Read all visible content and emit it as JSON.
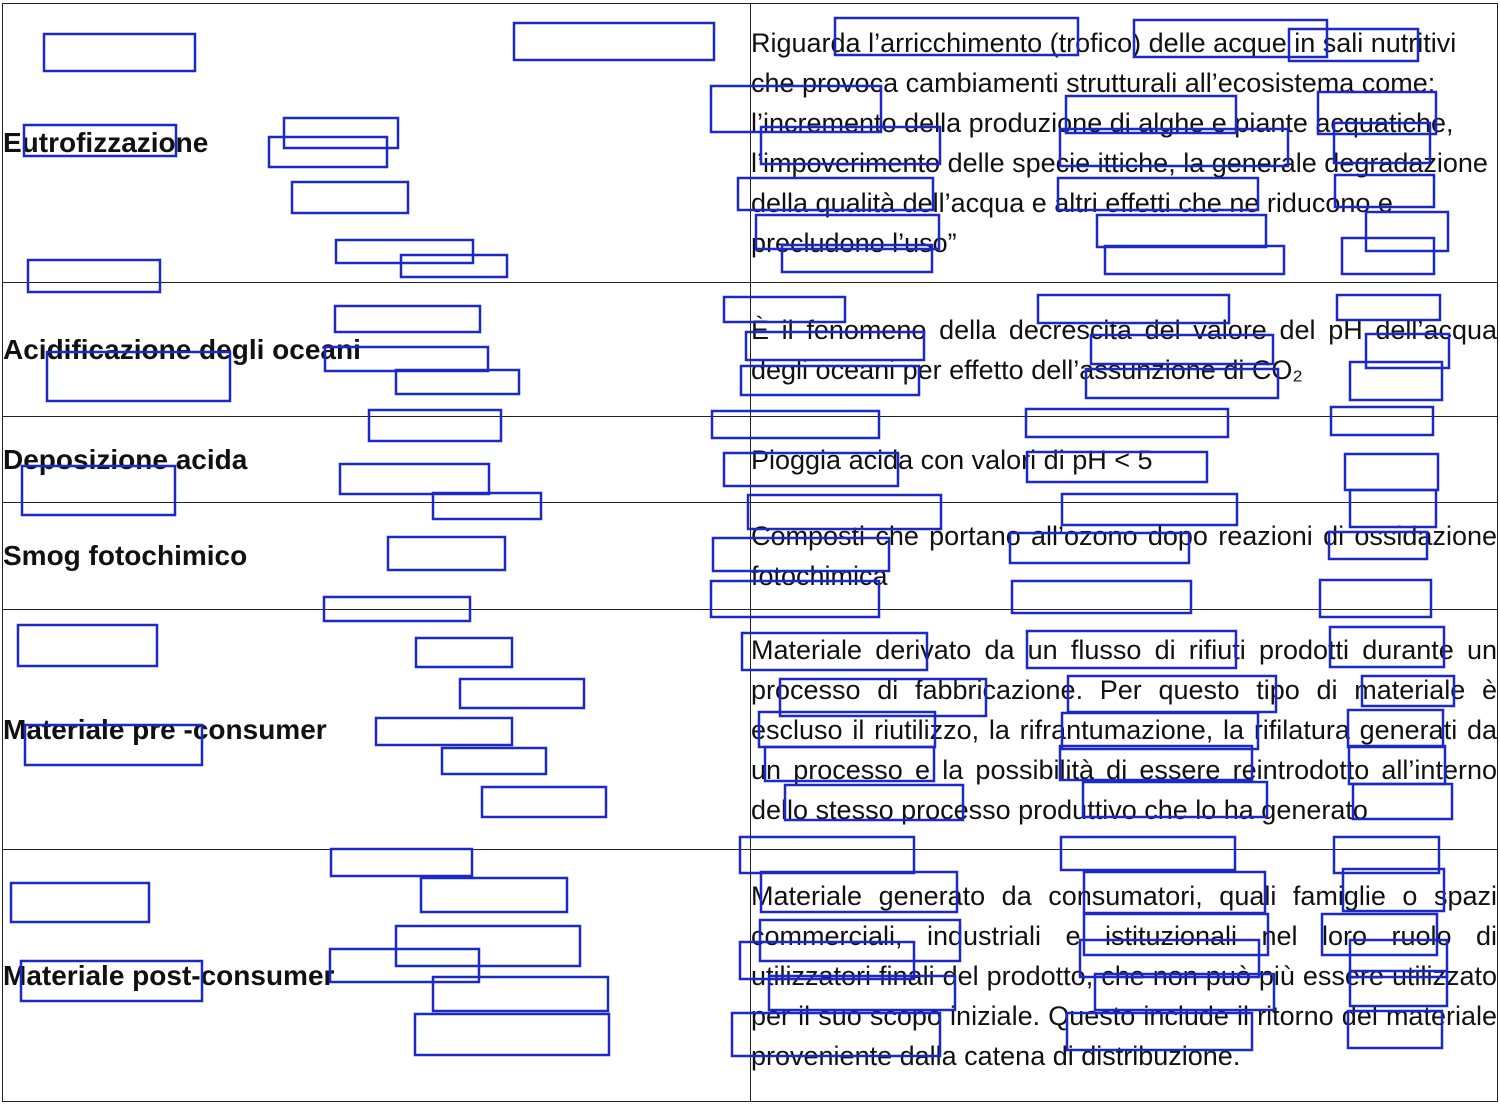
{
  "rows": [
    {
      "term": "Eutrofizzazione",
      "definition": "Riguarda l’arricchimento (trofico) delle acque in sali nutritivi che provoca cambiamenti strutturali all’ecosistema come: l’incremento della produzione di alghe e piante acquatiche, l’impoverimento delle specie ittiche, la generale degradazione della qualità dell’acqua e altri effetti che ne riducono e precludono l’uso”"
    },
    {
      "term": "Acidificazione degli oceani",
      "definition": "È il fenomeno della decrescita del valore del pH dell’acqua degli oceani per effetto dell’assunzione di CO₂"
    },
    {
      "term": "Deposizione acida",
      "definition": "Pioggia acida con valori di pH < 5"
    },
    {
      "term": "Smog fotochimico",
      "definition": "Composti che portano all’ozono dopo reazioni di ossidazione fotochimica"
    },
    {
      "term": "Materiale pre -consumer",
      "definition": "Materiale derivato da un flusso di rifiuti prodotti durante un processo di fabbricazione. Per questo tipo di materiale è escluso il riutilizzo, la rifrantumazione, la rifilatura generati da un processo e la possibilità di essere reintrodotto all’interno dello stesso processo produttivo che lo ha generato"
    },
    {
      "term": "Materiale post-consumer",
      "definition": "Materiale generato da consumatori, quali famiglie o spazi commerciali, industriali e istituzionali nel loro ruolo di utilizzatori finali del prodotto, che non può più essere utilizzato per il suo scopo iniziale. Questo include il ritorno del materiale proveniente dalla catena di distribuzione."
    }
  ],
  "colors": {
    "border": "#222222",
    "text": "#111111",
    "box_stroke": "#1c28c7"
  }
}
